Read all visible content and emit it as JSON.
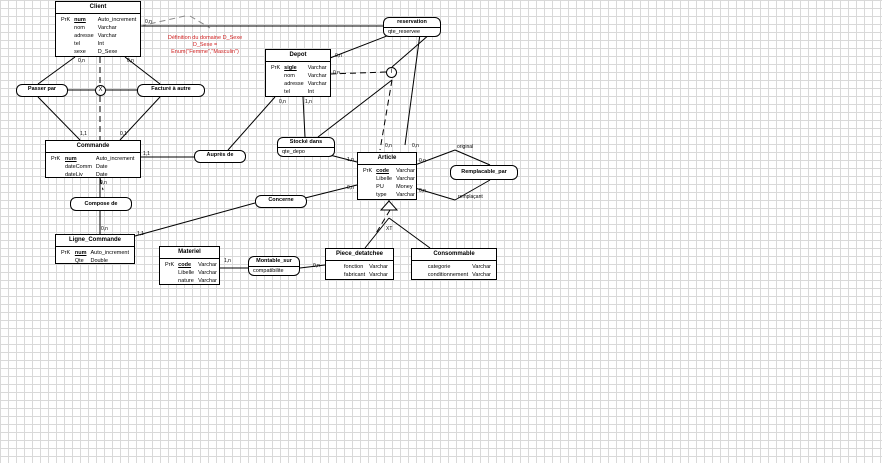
{
  "note": {
    "line1": "Définition du domaine D_Sexe",
    "line2": "D_Sexe =",
    "line3": "Enum(\"Femme\",\"Masculin\")"
  },
  "entities": {
    "client": {
      "title": "Client",
      "rows": [
        {
          "pk": "PrK",
          "name": "num",
          "type": "Auto_increment"
        },
        {
          "pk": "",
          "name": "nom",
          "type": "Varchar"
        },
        {
          "pk": "",
          "name": "adresse",
          "type": "Varchar"
        },
        {
          "pk": "",
          "name": "tel",
          "type": "Int"
        },
        {
          "pk": "",
          "name": "sexe",
          "type": "D_Sexe"
        }
      ]
    },
    "depot": {
      "title": "Depot",
      "rows": [
        {
          "pk": "PrK",
          "name": "sigle",
          "type": "Varchar"
        },
        {
          "pk": "",
          "name": "nom",
          "type": "Varchar"
        },
        {
          "pk": "",
          "name": "adresse",
          "type": "Varchar"
        },
        {
          "pk": "",
          "name": "tel",
          "type": "Int"
        }
      ]
    },
    "commande": {
      "title": "Commande",
      "rows": [
        {
          "pk": "PrK",
          "name": "num",
          "type": "Auto_increment"
        },
        {
          "pk": "",
          "name": "dateComm",
          "type": "Date"
        },
        {
          "pk": "",
          "name": "dateLiv",
          "type": "Date"
        }
      ]
    },
    "article": {
      "title": "Article",
      "rows": [
        {
          "pk": "PrK",
          "name": "code",
          "type": "Varchar"
        },
        {
          "pk": "",
          "name": "Libelle",
          "type": "Varchar"
        },
        {
          "pk": "",
          "name": "PU",
          "type": "Money"
        },
        {
          "pk": "",
          "name": "type",
          "type": "Varchar"
        }
      ]
    },
    "ligne_commande": {
      "title": "Ligne_Commande",
      "rows": [
        {
          "pk": "PrK",
          "name": "num",
          "type": "Auto_increment"
        },
        {
          "pk": "",
          "name": "Qte",
          "type": "Double"
        }
      ]
    },
    "materiel": {
      "title": "Materiel",
      "rows": [
        {
          "pk": "PrK",
          "name": "code",
          "type": "Varchar"
        },
        {
          "pk": "",
          "name": "Libelle",
          "type": "Varchar"
        },
        {
          "pk": "",
          "name": "nature",
          "type": "Varchar"
        }
      ]
    },
    "piece_detatchee": {
      "title": "Piece_detatchee",
      "rows": [
        {
          "pk": "",
          "name": "fonction",
          "type": "Varchar"
        },
        {
          "pk": "",
          "name": "fabricant",
          "type": "Varchar"
        }
      ]
    },
    "consommable": {
      "title": "Consommable",
      "rows": [
        {
          "pk": "",
          "name": "categorie",
          "type": "Varchar"
        },
        {
          "pk": "",
          "name": "conditionnement",
          "type": "Varchar"
        }
      ]
    }
  },
  "associations": {
    "reservation": {
      "title": "reservation",
      "attr": "qte_reservee"
    },
    "passer_par": {
      "title": "Passer par"
    },
    "facture_a_autre": {
      "title": "Facturé à autre"
    },
    "aupres_de": {
      "title": "Auprès de"
    },
    "stocke_dans": {
      "title": "Stocké dans",
      "attr": "qte_depo"
    },
    "remplacable_par": {
      "title": "Remplacable_par"
    },
    "concerne": {
      "title": "Concerne"
    },
    "compose_de": {
      "title": "Compose de"
    },
    "montable_sur": {
      "title": "Montable_sur",
      "attr": "compatibilite"
    }
  },
  "constraints": {
    "x1": "X",
    "i1": "I",
    "xt": "XT"
  },
  "cardinalities": {
    "c1": "0,n",
    "c2": "0,n",
    "c3": "0,n",
    "c4": "0,n",
    "c5": "1,1",
    "c6": "0,1",
    "c7": "1,1",
    "c8": "0,n",
    "c9": "0,n",
    "c10": "1,n",
    "c11": "0,n",
    "c12": "1,n",
    "c13": "0,n",
    "c14": "0,n",
    "c15": "0,n",
    "c16": "0,n",
    "c17": "0,n",
    "c18": "1,1",
    "c19": "1,n",
    "c20": "0,n",
    "c21": "0,n"
  },
  "roles": {
    "original": "original",
    "remplacant": "remplaçant"
  }
}
